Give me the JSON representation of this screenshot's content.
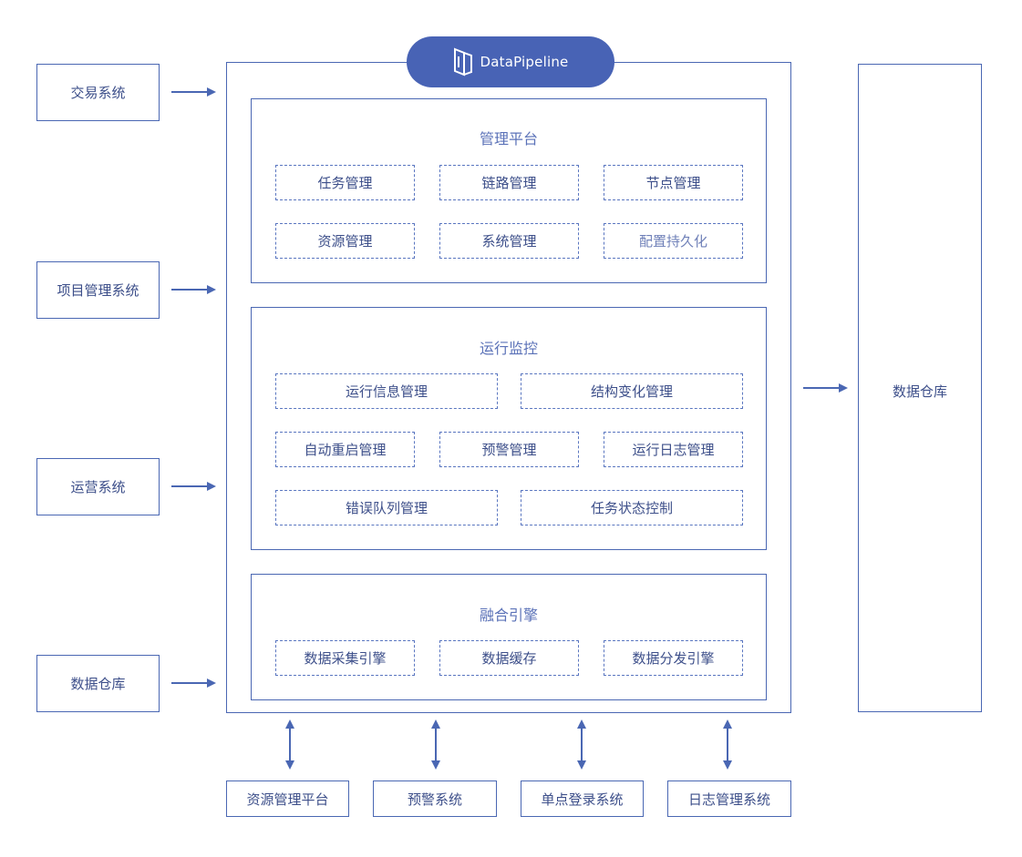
{
  "brand": {
    "name": "DataPipeline",
    "icon": "datapipeline-logo-icon"
  },
  "inputs": [
    {
      "label": "交易系统"
    },
    {
      "label": "项目管理系统"
    },
    {
      "label": "运营系统"
    },
    {
      "label": "数据仓库"
    }
  ],
  "output": {
    "label": "数据仓库"
  },
  "management": {
    "title": "管理平台",
    "items": [
      "任务管理",
      "链路管理",
      "节点管理",
      "资源管理",
      "系统管理",
      "配置持久化"
    ]
  },
  "monitoring": {
    "title": "运行监控",
    "items": [
      "运行信息管理",
      "结构变化管理",
      "自动重启管理",
      "预警管理",
      "运行日志管理",
      "错误队列管理",
      "任务状态控制"
    ]
  },
  "engine": {
    "title": "融合引擎",
    "items": [
      "数据采集引擎",
      "数据缓存",
      "数据分发引擎"
    ]
  },
  "bottom_systems": [
    "资源管理平台",
    "预警系统",
    "单点登录系统",
    "日志管理系统"
  ],
  "colors": {
    "primary": "#4863b5",
    "border": "#4a67b3",
    "text": "#3d4f8a"
  }
}
